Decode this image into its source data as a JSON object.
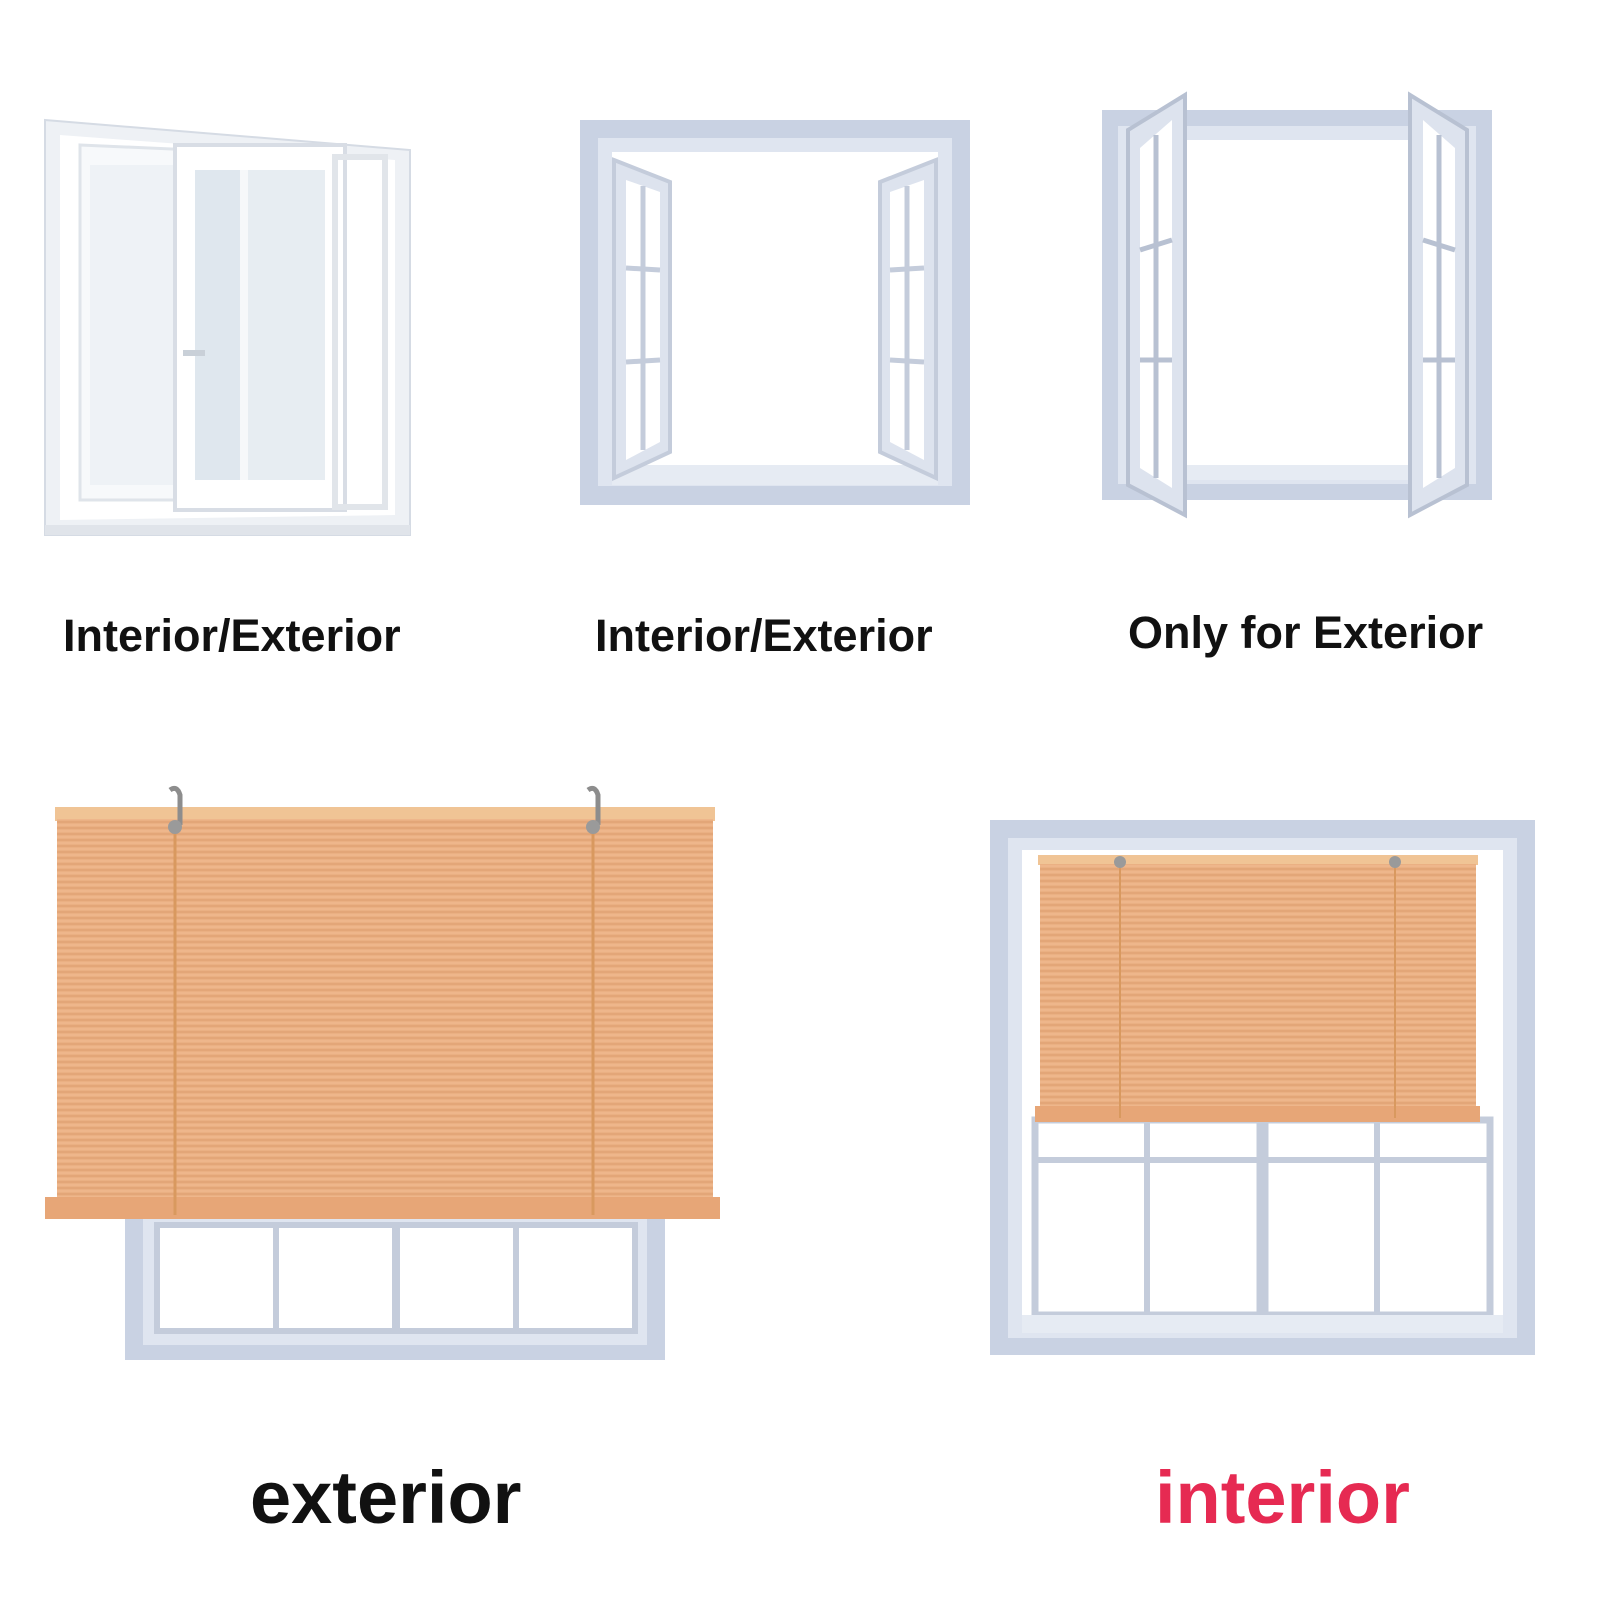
{
  "panels": {
    "sliding_window": {
      "caption": "Interior/Exterior",
      "icon": "sliding-window-icon"
    },
    "inward_casement": {
      "caption": "Interior/Exterior",
      "icon": "casement-window-icon"
    },
    "outward_casement": {
      "caption": "Only for Exterior",
      "icon": "outward-casement-window-icon"
    },
    "exterior_mount": {
      "caption": "exterior",
      "icon": "roller-blind-exterior-icon"
    },
    "interior_mount": {
      "caption": "interior",
      "icon": "roller-blind-interior-icon"
    }
  },
  "colors": {
    "frame": "#c9d2e3",
    "frame_dark": "#a9b4c9",
    "blind": "#e8a878",
    "caption_text": "#111111",
    "interior_caption": "#e62a52"
  }
}
